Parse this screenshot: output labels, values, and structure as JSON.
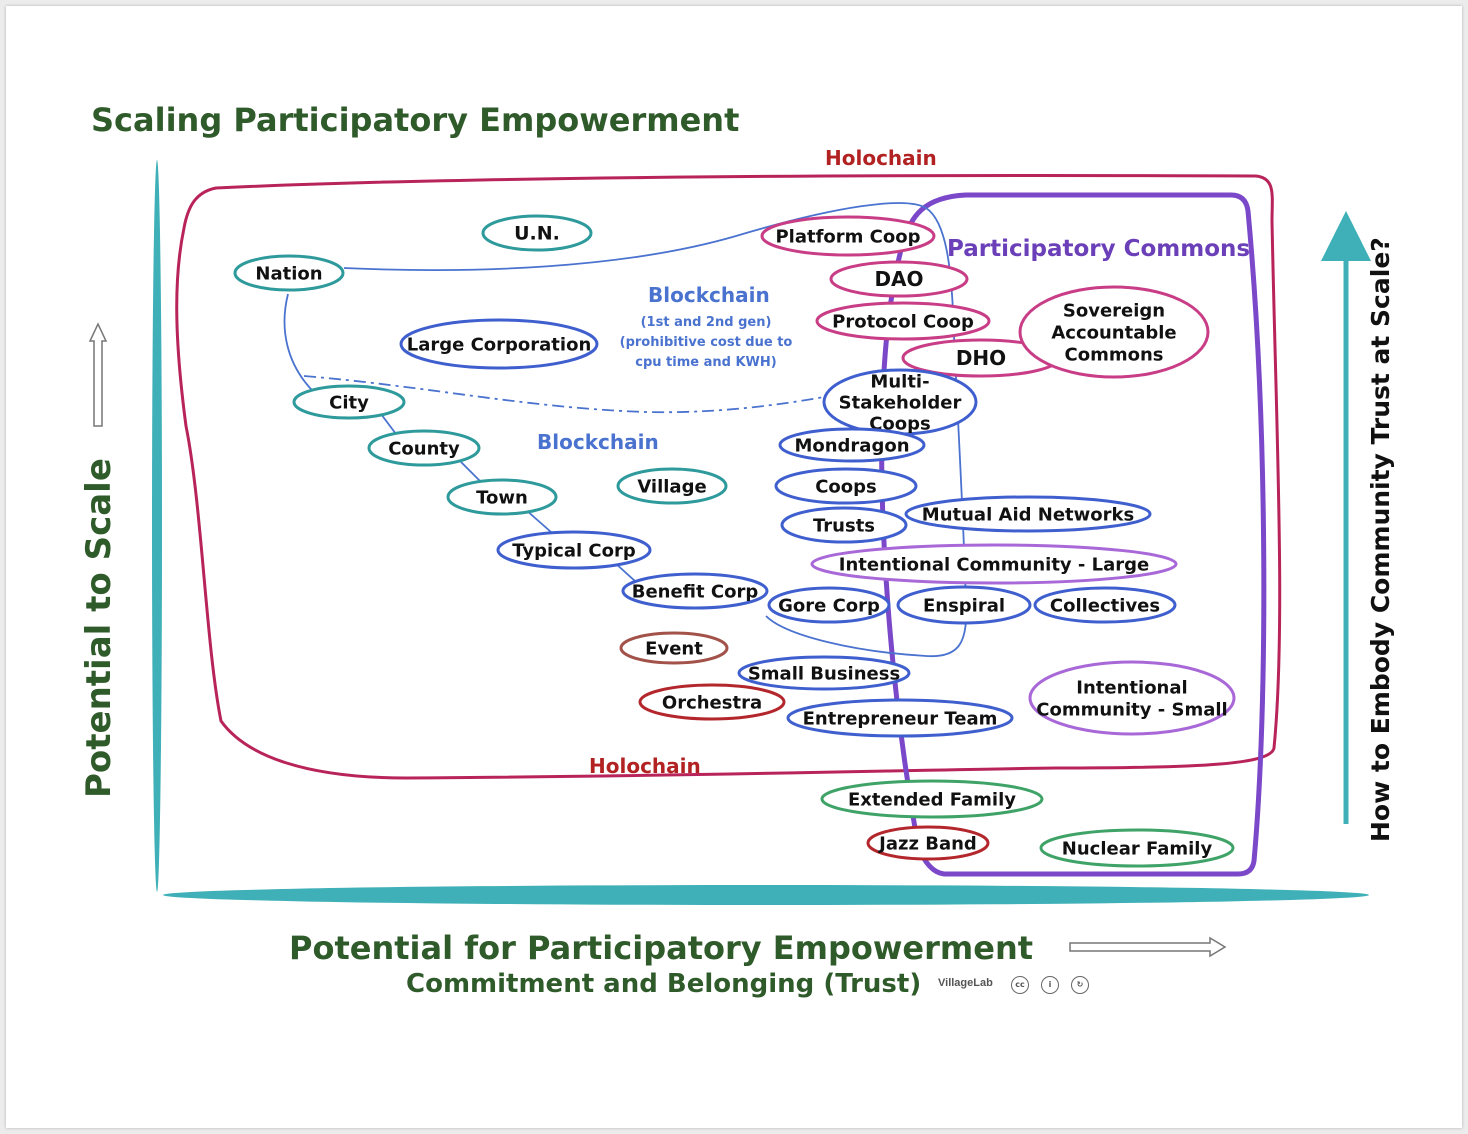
{
  "title": "Scaling Participatory Empowerment",
  "y_axis_label": "Potential to Scale",
  "x_axis_label": "Potential for Participatory Empowerment",
  "x_axis_sublabel": "Commitment and Belonging (Trust)",
  "right_axis_label": "How to Embody Community Trust at Scale?",
  "credit": "VillageLab",
  "license_icons": [
    "cc-icon",
    "attribution-icon",
    "share-alike-icon"
  ],
  "colors": {
    "title": "#2f5a2a",
    "axis_bar": "#3fb0b8",
    "holochain": "#b8245a",
    "holochain_text": "#b22222",
    "commons": "#7a48c9",
    "blockchain": "#4469d0"
  },
  "regions": {
    "holochain_top": "Holochain",
    "holochain_bottom": "Holochain",
    "participatory_commons": "Participatory Commons",
    "blockchain_upper": "Blockchain",
    "blockchain_upper_note": [
      "(1st and 2nd gen)",
      "(prohibitive cost due to",
      "cpu time and KWH)"
    ],
    "blockchain_lower": "Blockchain"
  },
  "nodes": [
    {
      "id": "un",
      "lines": [
        "U.N."
      ],
      "color": "teal"
    },
    {
      "id": "nation",
      "lines": [
        "Nation"
      ],
      "color": "teal"
    },
    {
      "id": "large-corporation",
      "lines": [
        "Large Corporation"
      ],
      "color": "blue"
    },
    {
      "id": "city",
      "lines": [
        "City"
      ],
      "color": "teal"
    },
    {
      "id": "county",
      "lines": [
        "County"
      ],
      "color": "teal"
    },
    {
      "id": "town",
      "lines": [
        "Town"
      ],
      "color": "teal"
    },
    {
      "id": "village",
      "lines": [
        "Village"
      ],
      "color": "teal"
    },
    {
      "id": "typical-corp",
      "lines": [
        "Typical  Corp"
      ],
      "color": "blue"
    },
    {
      "id": "benefit-corp",
      "lines": [
        "Benefit Corp"
      ],
      "color": "blue"
    },
    {
      "id": "gore-corp",
      "lines": [
        "Gore Corp"
      ],
      "color": "blue"
    },
    {
      "id": "event",
      "lines": [
        "Event"
      ],
      "color": "brown"
    },
    {
      "id": "orchestra",
      "lines": [
        "Orchestra"
      ],
      "color": "red"
    },
    {
      "id": "small-business",
      "lines": [
        "Small Business"
      ],
      "color": "blue"
    },
    {
      "id": "entrepreneur-team",
      "lines": [
        "Entrepreneur Team"
      ],
      "color": "blue"
    },
    {
      "id": "platform-coop",
      "lines": [
        "Platform Coop"
      ],
      "color": "pink"
    },
    {
      "id": "dao",
      "lines": [
        "DAO"
      ],
      "color": "pink"
    },
    {
      "id": "protocol-coop",
      "lines": [
        "Protocol Coop"
      ],
      "color": "pink"
    },
    {
      "id": "dho",
      "lines": [
        "DHO"
      ],
      "color": "pink"
    },
    {
      "id": "sovereign-accountable-commons",
      "lines": [
        "Sovereign",
        "Accountable",
        "Commons"
      ],
      "color": "pink"
    },
    {
      "id": "multi-stakeholder-coops",
      "lines": [
        "Multi-",
        "Stakeholder",
        "Coops"
      ],
      "color": "blue"
    },
    {
      "id": "mondragon",
      "lines": [
        "Mondragon"
      ],
      "color": "blue"
    },
    {
      "id": "coops",
      "lines": [
        "Coops"
      ],
      "color": "blue"
    },
    {
      "id": "trusts",
      "lines": [
        "Trusts"
      ],
      "color": "blue"
    },
    {
      "id": "mutual-aid-networks",
      "lines": [
        "Mutual Aid Networks"
      ],
      "color": "blue"
    },
    {
      "id": "intentional-community-large",
      "lines": [
        "Intentional Community - Large"
      ],
      "color": "violet"
    },
    {
      "id": "enspiral",
      "lines": [
        "Enspiral"
      ],
      "color": "blue"
    },
    {
      "id": "collectives",
      "lines": [
        "Collectives"
      ],
      "color": "blue"
    },
    {
      "id": "intentional-community-small",
      "lines": [
        "Intentional",
        "Community - Small"
      ],
      "color": "violet"
    },
    {
      "id": "extended-family",
      "lines": [
        "Extended Family"
      ],
      "color": "green"
    },
    {
      "id": "jazz-band",
      "lines": [
        "Jazz Band"
      ],
      "color": "red"
    },
    {
      "id": "nuclear-family",
      "lines": [
        "Nuclear Family"
      ],
      "color": "green"
    }
  ]
}
